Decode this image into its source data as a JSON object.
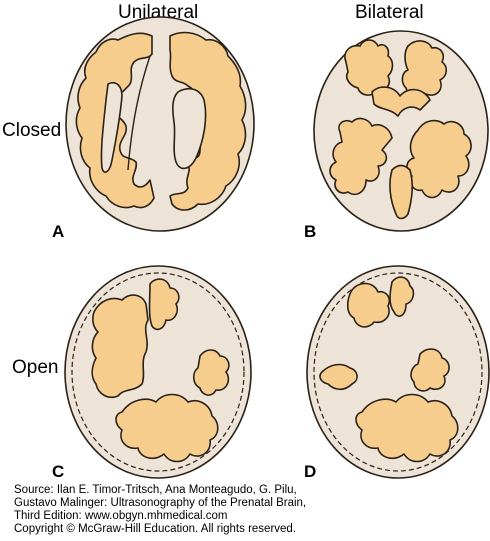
{
  "columns": {
    "left": "Unilateral",
    "right": "Bilateral"
  },
  "rows": {
    "top": "Closed",
    "bottom": "Open"
  },
  "panels": {
    "a": "A",
    "b": "B",
    "c": "C",
    "d": "D"
  },
  "colors": {
    "skull_fill": "#ede3d6",
    "brain_fill": "#f6cd8d",
    "outline": "#2a2118"
  },
  "credit": {
    "line1": "Source: Ilan E. Timor-Tritsch, Ana Monteagudo, G. Pilu,",
    "line2": "Gustavo Malinger: Ultrasonography of the Prenatal Brain,",
    "line3": "Third Edition: www.obgyn.mhmedical.com",
    "line4": "Copyright © McGraw-Hill Education. All rights reserved."
  }
}
